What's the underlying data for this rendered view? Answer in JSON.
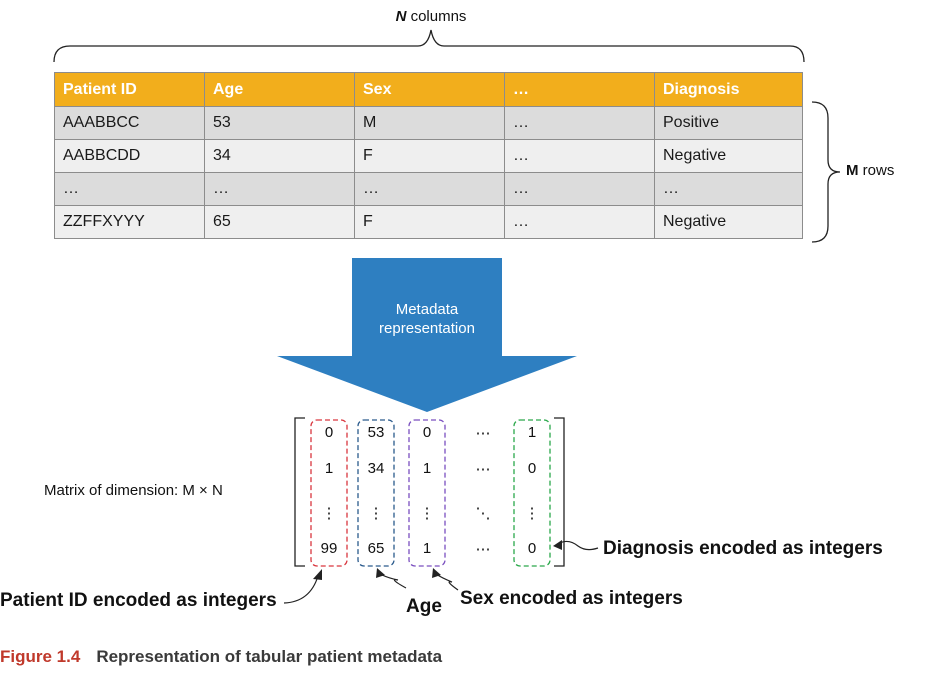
{
  "header": {
    "n_bold": "N",
    "n_text": "columns"
  },
  "table": {
    "headers": [
      "Patient ID",
      "Age",
      "Sex",
      "…",
      "Diagnosis"
    ],
    "rows": [
      [
        "AAABBCC",
        "53",
        "M",
        "…",
        "Positive"
      ],
      [
        "AABBCDD",
        "34",
        "F",
        "…",
        "Negative"
      ],
      [
        "…",
        "…",
        "…",
        "…",
        "…"
      ],
      [
        "ZZFFXYYY",
        "65",
        "F",
        "…",
        "Negative"
      ]
    ]
  },
  "rows_label": {
    "bold": "M",
    "text": "rows"
  },
  "arrow": {
    "line1": "Metadata",
    "line2": "representation"
  },
  "matrix": {
    "label": "Matrix of dimension: M × N",
    "columns": [
      [
        "0",
        "1",
        "⋮",
        "99"
      ],
      [
        "53",
        "34",
        "⋮",
        "65"
      ],
      [
        "0",
        "1",
        "⋮",
        "1"
      ],
      [
        "⋯",
        "⋯",
        "⋱",
        "⋯"
      ],
      [
        "1",
        "0",
        "⋮",
        "0"
      ]
    ]
  },
  "annotations": {
    "patient_id": "Patient ID encoded as integers",
    "age": "Age",
    "sex": "Sex encoded as integers",
    "diagnosis": "Diagnosis encoded as integers"
  },
  "caption": {
    "figure": "Figure 1.4",
    "text": "Representation of tabular patient metadata"
  },
  "colors": {
    "header_bg": "#f2ae1c",
    "arrow": "#2e7fc1",
    "patient_id_box": "#d9363e",
    "age_box": "#2a5a8c",
    "sex_box": "#7a4fbf",
    "diagnosis_box": "#2aa84a"
  }
}
